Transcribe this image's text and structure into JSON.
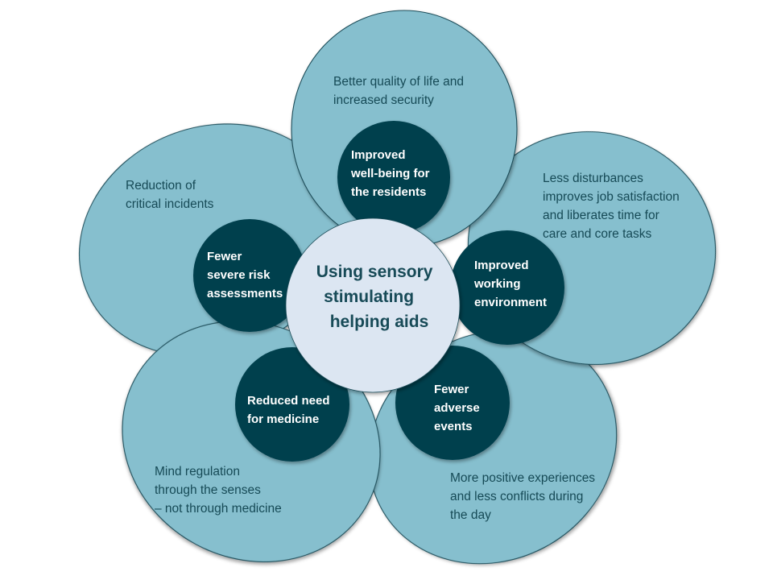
{
  "diagram": {
    "title": "Using sensory stimulating helping aids",
    "center": {
      "lines": [
        "Using sensory",
        "stimulating",
        "helping aids"
      ]
    },
    "petals": [
      {
        "id": "left",
        "outcome_lines": [
          "Reduction of",
          "critical incidents"
        ],
        "effect_lines": [
          "Fewer",
          "severe risk",
          "assessments"
        ]
      },
      {
        "id": "bottom-right",
        "outcome_lines": [
          "More positive experiences",
          "and less conflicts during",
          "the day"
        ],
        "effect_lines": [
          "Fewer",
          "adverse",
          "events"
        ]
      },
      {
        "id": "bottom-left",
        "outcome_lines": [
          "Mind regulation",
          "through the senses",
          "– not through medicine"
        ],
        "effect_lines": [
          "Reduced need",
          "for medicine"
        ]
      },
      {
        "id": "right",
        "outcome_lines": [
          "Less disturbances",
          "improves job satisfaction",
          "and liberates time for",
          "care and core tasks"
        ],
        "effect_lines": [
          "Improved",
          "working",
          "environment"
        ]
      },
      {
        "id": "top",
        "outcome_lines": [
          "Better quality of life and",
          "increased security"
        ],
        "effect_lines": [
          "Improved",
          "well-being for",
          "the residents"
        ]
      }
    ],
    "colors": {
      "petal_fill": "#86bfce",
      "petal_stroke": "#1f4e5a",
      "inner_circle": "#003f4e",
      "center_circle": "#dce6f2",
      "outcome_text": "#164a56",
      "inner_text": "#ffffff",
      "center_text": "#174a57"
    }
  }
}
